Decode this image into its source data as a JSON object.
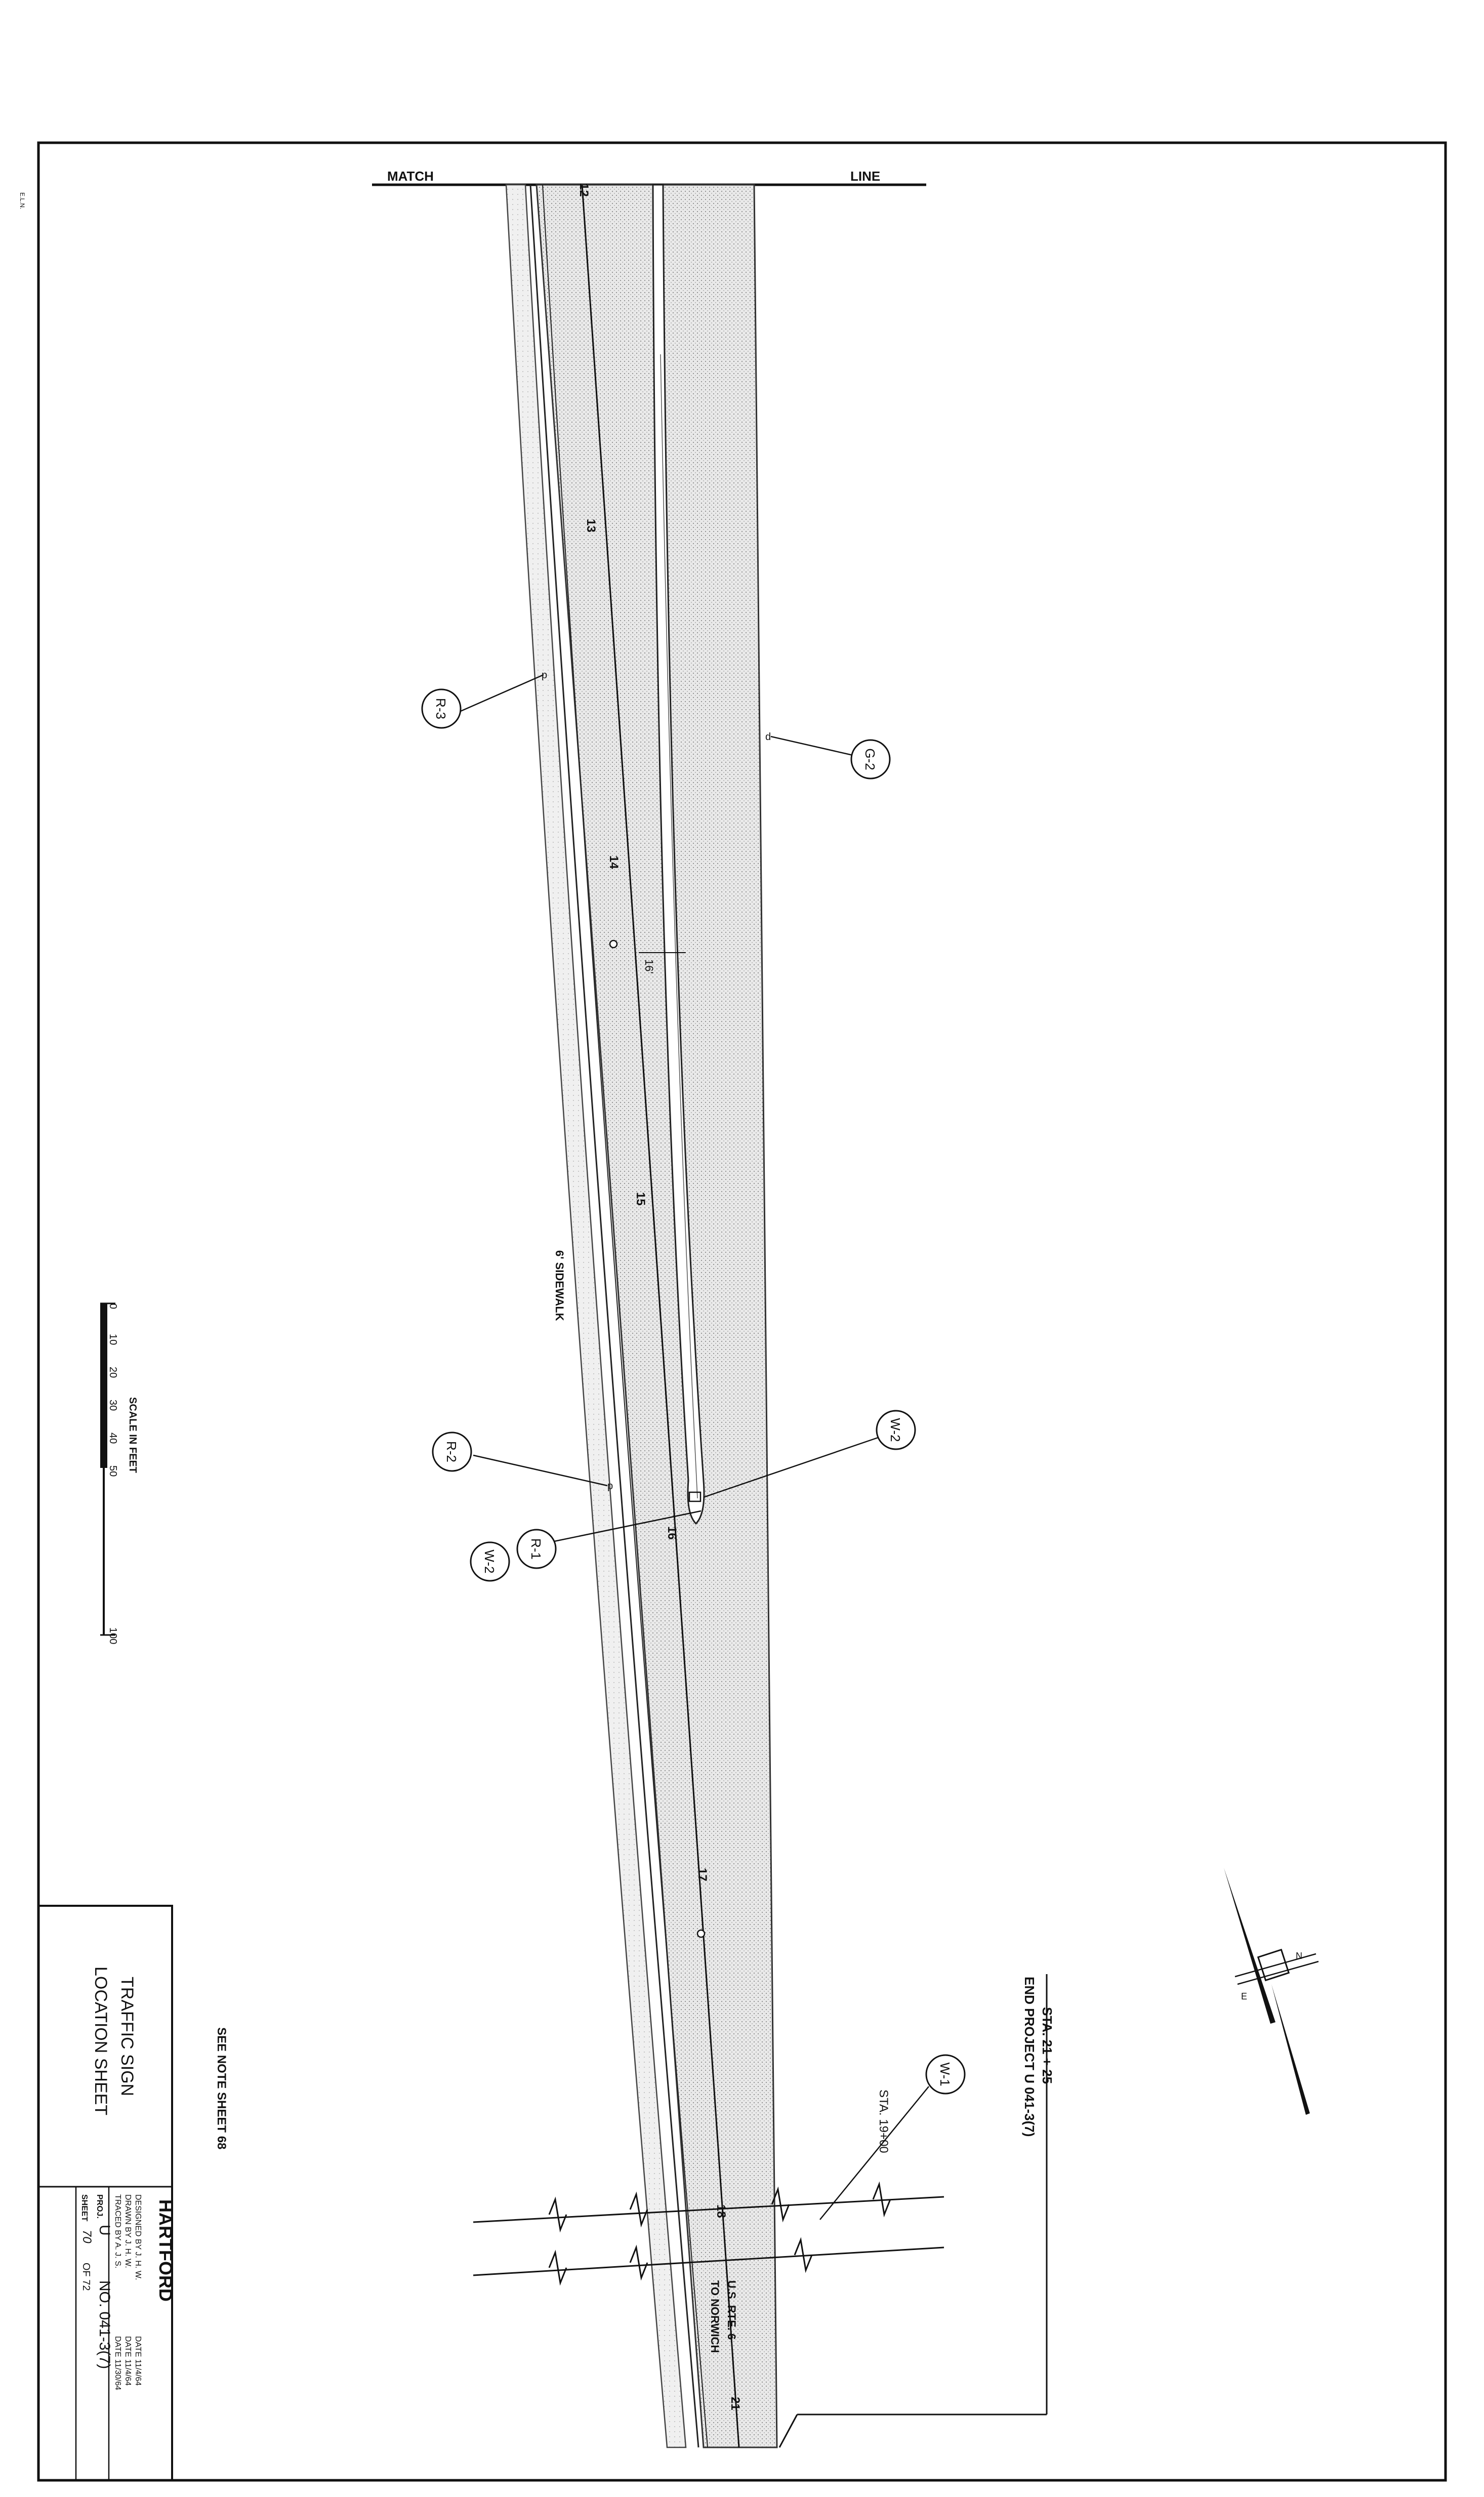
{
  "match_line": {
    "left": "MATCH",
    "right": "LINE"
  },
  "stations": [
    "12",
    "13",
    "14",
    "15",
    "16",
    "17",
    "18",
    "21"
  ],
  "dimension": "16'",
  "sidewalk": "6' SIDEWALK",
  "callouts": [
    "R-3",
    "G-2",
    "R-2",
    "W-2",
    "R-1",
    "W-2",
    "W-1"
  ],
  "scale_bar": {
    "ticks": [
      "0",
      "10",
      "20",
      "30",
      "40",
      "50",
      "100"
    ],
    "label": "SCALE IN FEET"
  },
  "end_project": {
    "station": "STA. 21 + 25",
    "text": "END PROJECT U 041-3(7)"
  },
  "sta_note": "STA. 19+00",
  "route_label": {
    "route": "U.S. RTE. 6",
    "destination": "TO NORWICH"
  },
  "see_note": "SEE NOTE SHEET 68",
  "north_arrow": {
    "n": "N",
    "e": "E"
  },
  "stamp": "E.L.N.",
  "title_block": {
    "line1": "TRAFFIC SIGN",
    "line2": "LOCATION SHEET",
    "town": "HARTFORD",
    "designed_by": "DESIGNED   BY  J. H. W.",
    "designed_date": "DATE 11/4/64",
    "drawn_by": "DRAWN   BY  J. H. W.",
    "drawn_date": "DATE 11/4/64",
    "traced_by": "TRACED   BY  A. J. S.",
    "traced_date": "DATE 11/30/64",
    "proj_prefix": "PROJ.",
    "proj_u": "U",
    "proj_no": "NO. 041-3(7)",
    "sheet_prefix": "SHEET",
    "sheet_num": "70",
    "sheet_of": "OF 72"
  }
}
